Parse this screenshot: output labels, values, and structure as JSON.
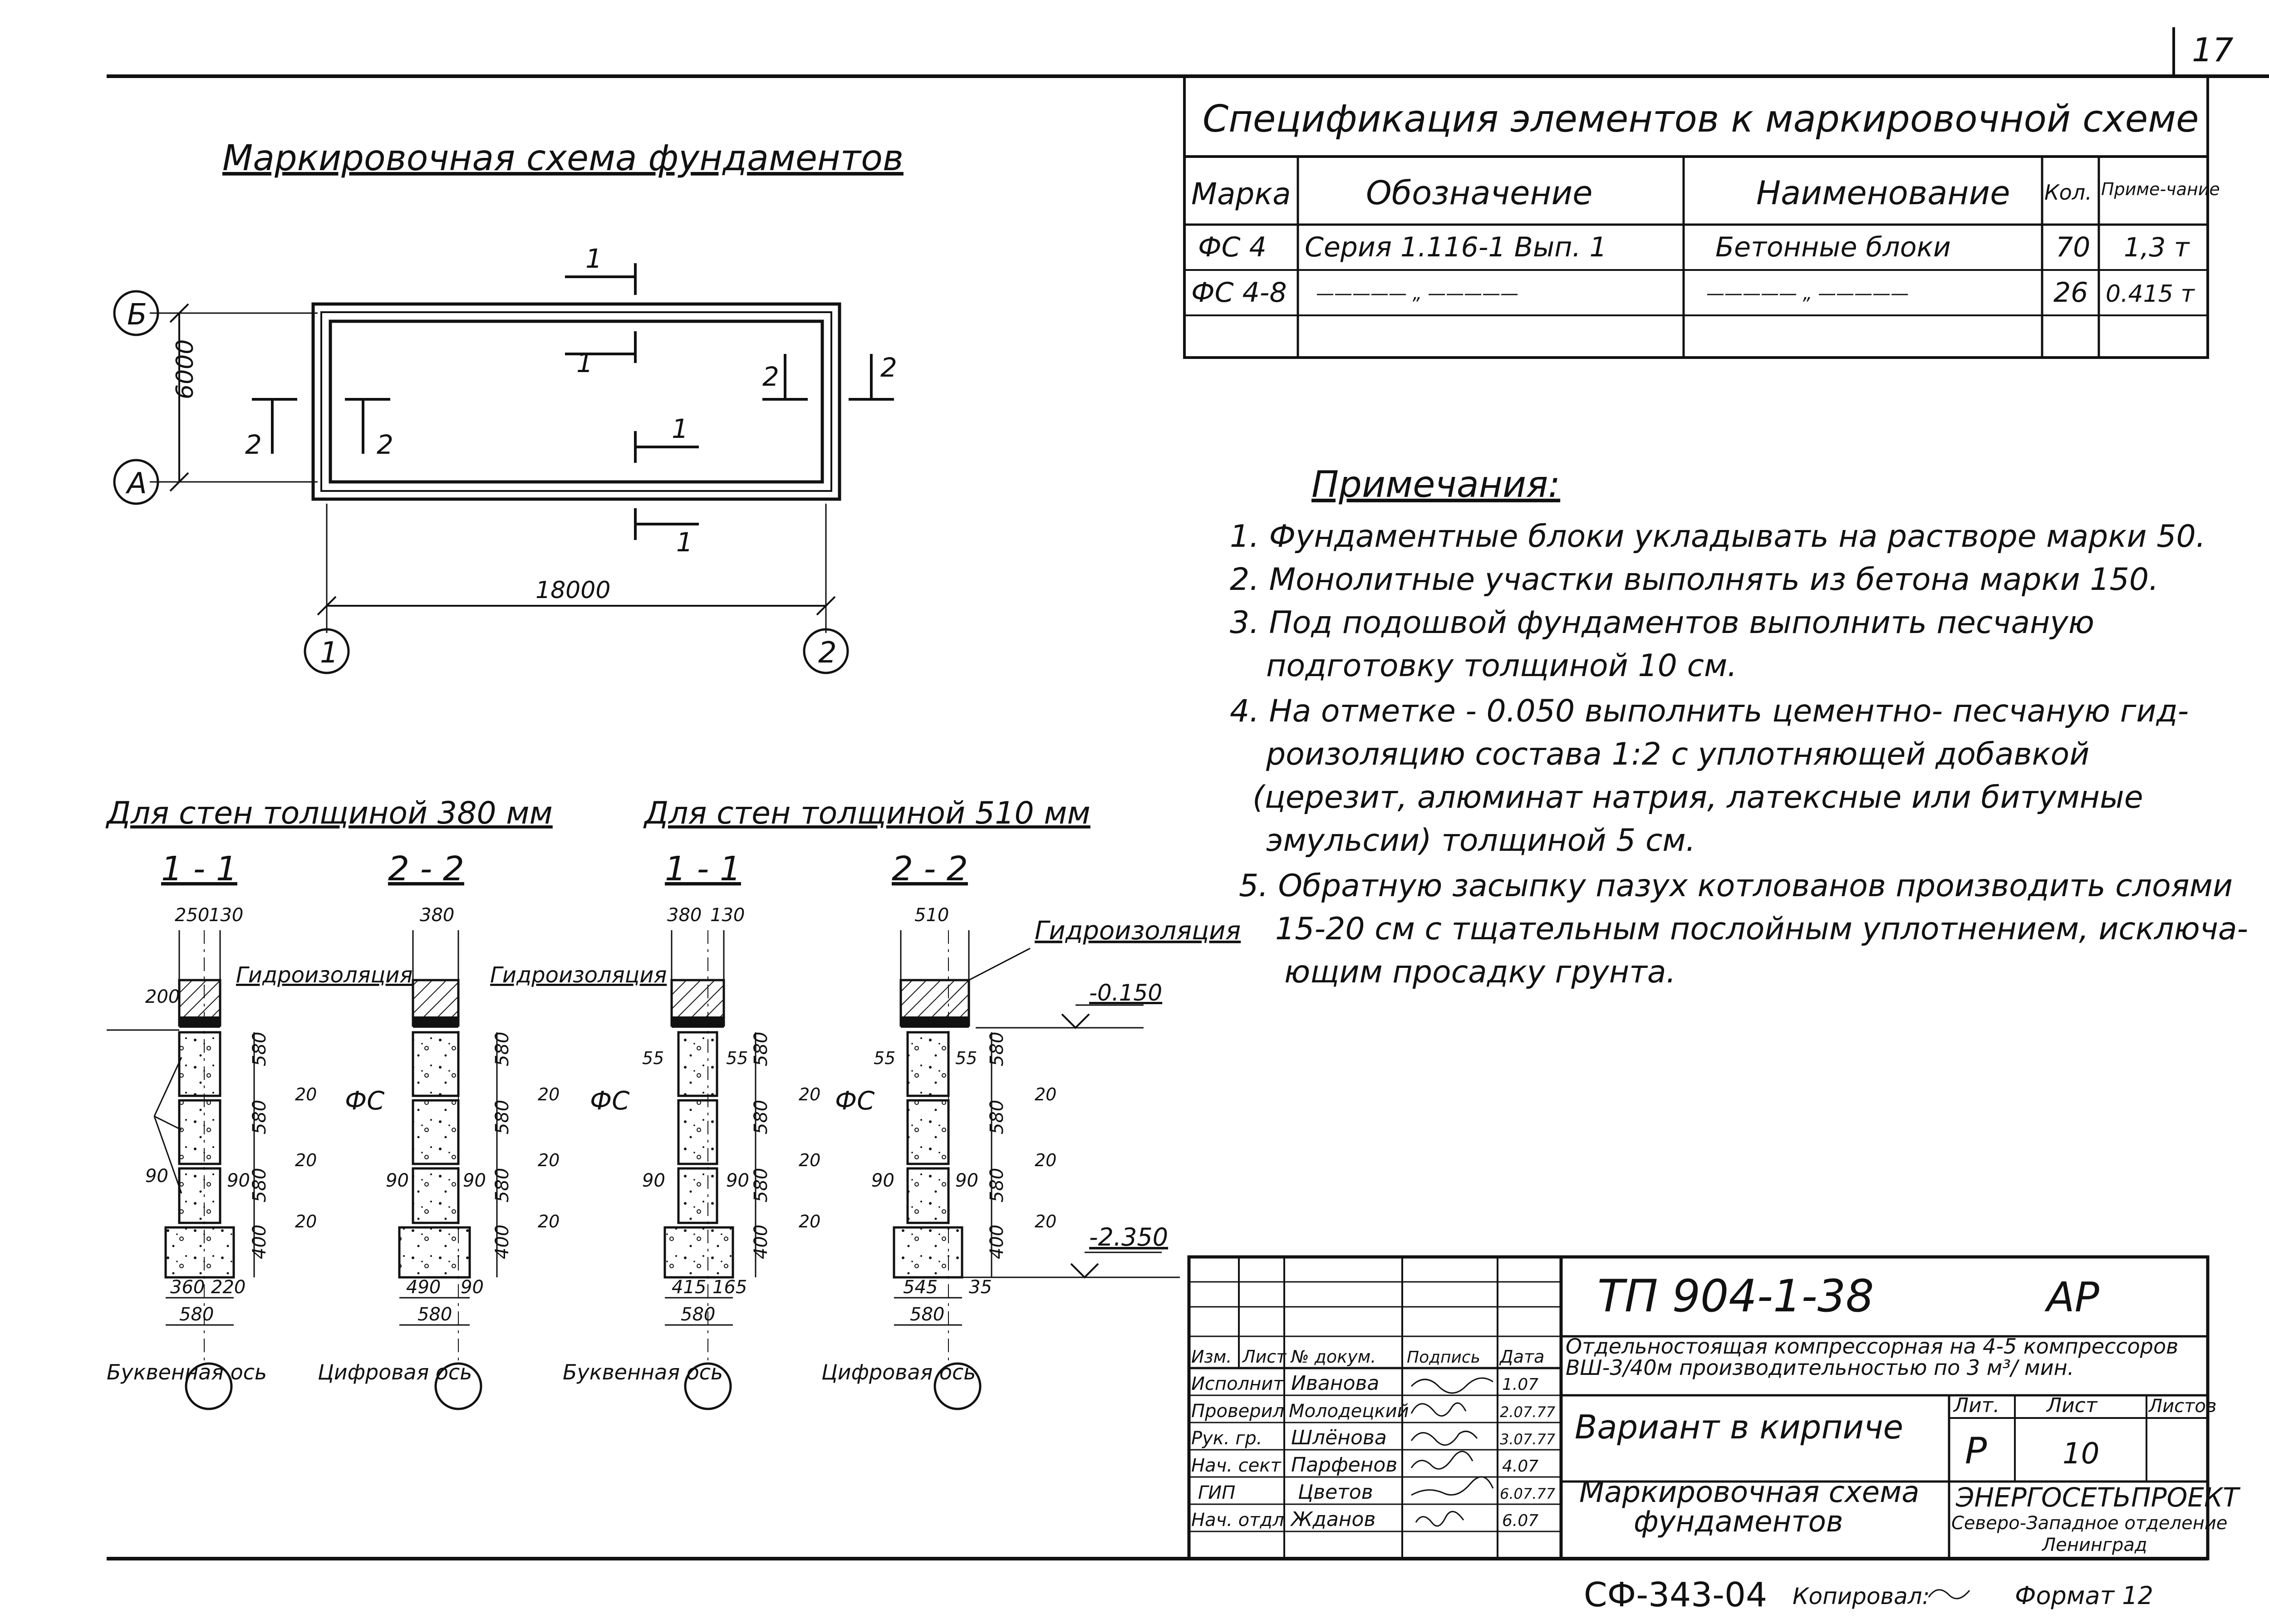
{
  "page_number": "17",
  "scheme": {
    "title": "Маркировочная схема фундаментов",
    "axis_b": "Б",
    "axis_a": "А",
    "axis_1": "1",
    "axis_2": "2",
    "dim_width": "6000",
    "dim_length": "18000",
    "cut_1": "1",
    "cut_2": "2"
  },
  "spec": {
    "title": "Спецификация элементов к маркировочной схеме",
    "headers": [
      "Марка",
      "Обозначение",
      "Наименование",
      "Кол.",
      "Приме-чание"
    ],
    "rows": [
      [
        "ФС 4",
        "Серия 1.116-1 Вып. 1",
        "Бетонные блоки",
        "70",
        "1,3 т"
      ],
      [
        "ФС 4-8",
        "————— „ —————",
        "————— „ —————",
        "26",
        "0.415 т"
      ]
    ]
  },
  "notes": {
    "title": "Примечания:",
    "items": [
      "1. Фундаментные блоки укладывать на растворе марки 50.",
      "2. Монолитные участки выполнять из бетона марки 150.",
      "3. Под подошвой фундаментов выполнить песчаную",
      "подготовку толщиной 10 см.",
      "4. На отметке - 0.050 выполнить цементно- песчаную гид-",
      "роизоляцию состава 1:2 с уплотняющей добавкой",
      "(церезит, алюминат натрия, латексные или битумные",
      "эмульсии) толщиной 5 см.",
      "5. Обратную засыпку пазух котлованов производить слоями",
      "15-20 см с тщательным послойным уплотнением, исключа-",
      "ющим просадку грунта."
    ]
  },
  "sections": {
    "group1_title": "Для стен толщиной 380 мм",
    "group2_title": "Для стен толщиной 510 мм",
    "cut_11": "1 - 1",
    "cut_22": "2 - 2",
    "waterproofing": "Гидроизоляция",
    "fs": "ФС",
    "mark_top": "-0.150",
    "mark_bottom": "-2.350",
    "block_h": "580",
    "base_h": "400",
    "joint": "20",
    "offset_90": "90",
    "offset_55": "55",
    "s1": {
      "w1": "250",
      "w2": "130",
      "top": "200",
      "b1": "360",
      "b2": "220",
      "b": "580",
      "axis": "Буквенная ось"
    },
    "s2": {
      "w": "380",
      "b1": "490",
      "b2": "90",
      "b": "580",
      "axis": "Цифровая ось"
    },
    "s3": {
      "w1": "380",
      "w2": "130",
      "b1": "415",
      "b2": "165",
      "b": "580",
      "axis": "Буквенная ось"
    },
    "s4": {
      "w": "510",
      "b1": "545",
      "b2": "35",
      "b": "580",
      "axis": "Цифровая ось"
    }
  },
  "stamp": {
    "code": "ТП 904-1-38",
    "part": "АР",
    "object_line1": "Отдельностоящая компрессорная на 4-5 компрессоров",
    "object_line2": "ВШ-3/40м производительностью по 3 м³/ мин.",
    "variant": "Вариант в кирпиче",
    "sheet_title_1": "Маркировочная схема",
    "sheet_title_2": "фундаментов",
    "col_labels": [
      "Изм.",
      "Лист",
      "№ докум.",
      "Подпись",
      "Дата"
    ],
    "staff": [
      {
        "role": "Исполнит",
        "name": "Иванова",
        "date": "1.07"
      },
      {
        "role": "Проверил",
        "name": "Молодецкий",
        "date": "2.07.77"
      },
      {
        "role": "Рук. гр.",
        "name": "Шлёнова",
        "date": "3.07.77"
      },
      {
        "role": "Нач. сект",
        "name": "Парфенов",
        "date": "4.07"
      },
      {
        "role": "ГИП",
        "name": "Цветов",
        "date": "6.07.77"
      },
      {
        "role": "Нач. отдл",
        "name": "Жданов",
        "date": "6.07"
      }
    ],
    "lit_label": "Лит.",
    "sheet_label": "Лист",
    "sheets_label": "Листов",
    "lit": "Р",
    "sheet": "10",
    "org_1": "ЭНЕРГОСЕТЬПРОЕКТ",
    "org_2": "Северо-Западное отделение",
    "org_3": "Ленинград"
  },
  "footer": {
    "code": "СФ-343-04",
    "copied": "Копировал:",
    "format": "Формат 12"
  }
}
